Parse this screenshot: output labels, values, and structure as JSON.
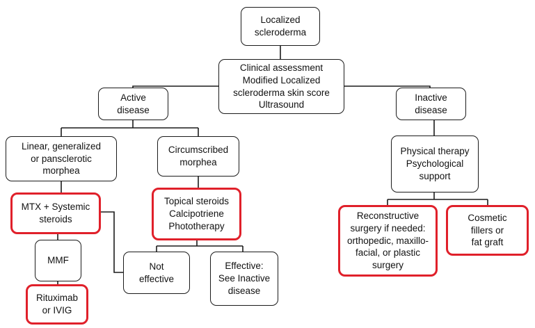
{
  "colors": {
    "border": "#1a1a1a",
    "highlight": "#e0202a",
    "background": "#ffffff"
  },
  "nodes": {
    "localized_scleroderma": {
      "lines": [
        "Localized",
        "scleroderma"
      ],
      "highlight": false
    },
    "clinical_assessment": {
      "lines": [
        "Clinical assessment",
        "Modified Localized",
        "scleroderma skin score",
        "Ultrasound"
      ],
      "highlight": false
    },
    "active_disease": {
      "lines": [
        "Active",
        "disease"
      ],
      "highlight": false
    },
    "inactive_disease": {
      "lines": [
        "Inactive",
        "disease"
      ],
      "highlight": false
    },
    "linear_morphea": {
      "lines": [
        "Linear, generalized",
        "or pansclerotic",
        "morphea"
      ],
      "highlight": false
    },
    "circumscribed_morphea": {
      "lines": [
        "Circumscribed",
        "morphea"
      ],
      "highlight": false
    },
    "physical_therapy": {
      "lines": [
        "Physical therapy",
        "Psychological",
        "support"
      ],
      "highlight": false
    },
    "mtx_steroids": {
      "lines": [
        "MTX + Systemic",
        "steroids"
      ],
      "highlight": true
    },
    "topical_steroids": {
      "lines": [
        "Topical steroids",
        "Calcipotriene",
        "Phototherapy"
      ],
      "highlight": true
    },
    "reconstructive_surgery": {
      "lines": [
        "Reconstructive",
        "surgery if needed:",
        "orthopedic, maxillo-",
        "facial, or plastic",
        "surgery"
      ],
      "highlight": true
    },
    "cosmetic_fillers": {
      "lines": [
        "Cosmetic",
        "fillers or",
        "fat graft"
      ],
      "highlight": true
    },
    "mmf": {
      "lines": [
        "MMF"
      ],
      "highlight": false
    },
    "not_effective": {
      "lines": [
        "Not",
        "effective"
      ],
      "highlight": false
    },
    "effective": {
      "lines": [
        "Effective:",
        "See Inactive",
        "disease"
      ],
      "highlight": false
    },
    "rituximab": {
      "lines": [
        "Rituximab",
        "or IVIG"
      ],
      "highlight": true
    }
  }
}
